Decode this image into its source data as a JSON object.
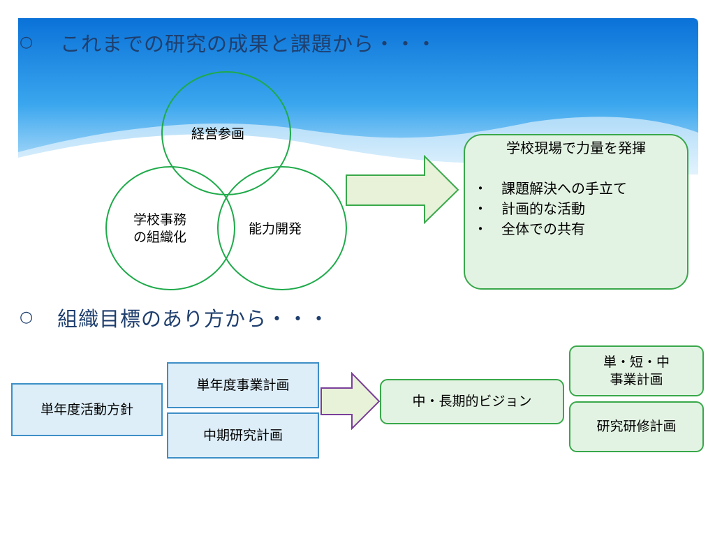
{
  "section1": {
    "bullet": "○",
    "heading": "これまでの研究の成果と課題から・・・",
    "venn": {
      "top": "経営参画",
      "left": "学校事務\nの組織化",
      "right": "能力開発"
    },
    "result": {
      "title": "学校現場で力量を発揮",
      "items": [
        "・　課題解決への手立て",
        "・　計画的な活動",
        "・　全体での共有"
      ]
    }
  },
  "section2": {
    "bullet": "○",
    "heading": "組織目標のあり方から・・・",
    "policy": "単年度活動方針",
    "plan_a": "単年度事業計画",
    "plan_b": "中期研究計画",
    "vision": "中・長期的ビジョン",
    "out_a": "単・短・中\n事業計画",
    "out_b": "研究研修計画"
  },
  "colors": {
    "heading": "#1f3f6e",
    "green_border": "#38a84a",
    "green_fill": "#e3f3e3",
    "blue_border": "#3d8fc6",
    "blue_fill": "#ddeef9",
    "arrow_border": "#7a3e9a",
    "arrow_fill": "#e8f2d8"
  }
}
